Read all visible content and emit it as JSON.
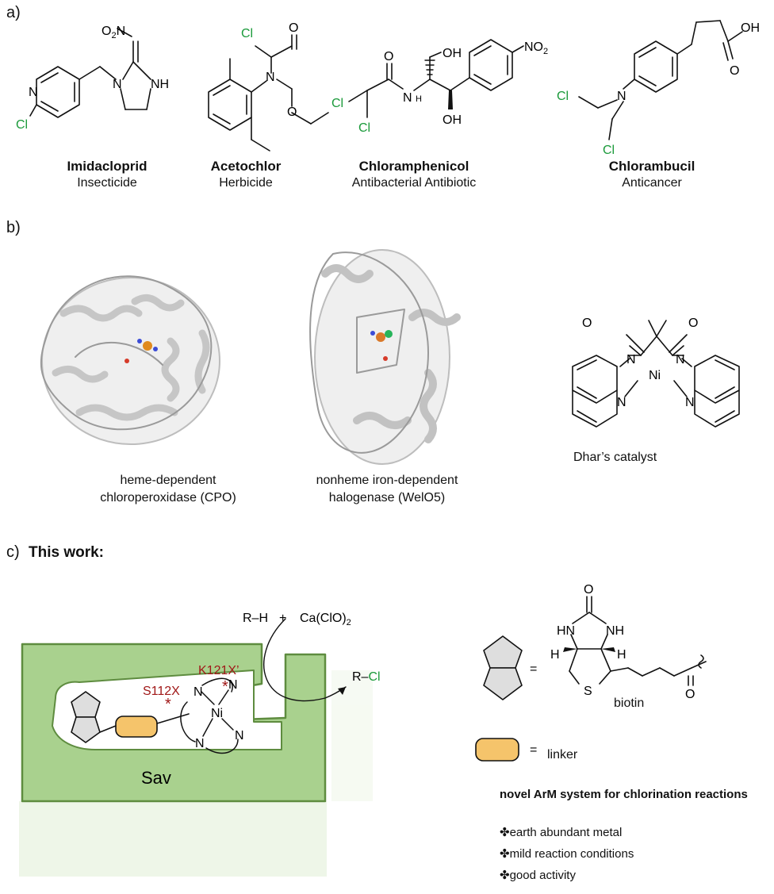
{
  "panels": {
    "a": "a)",
    "b": "b)",
    "c": "c)"
  },
  "compounds": [
    {
      "name": "Imidacloprid",
      "use": "Insecticide"
    },
    {
      "name": "Acetochlor",
      "use": "Herbicide"
    },
    {
      "name": "Chloramphenicol",
      "use": "Antibacterial Antibiotic"
    },
    {
      "name": "Chlorambucil",
      "use": "Anticancer"
    }
  ],
  "atoms": {
    "cl": "Cl",
    "n": "N",
    "nh": "NH",
    "hn": "HN",
    "o": "O",
    "oh": "OH",
    "s": "S",
    "h": "H",
    "ni": "Ni",
    "no2": "NO",
    "sub2": "2",
    "o2n": "O",
    "rh": "R–H",
    "plus": "+",
    "caclo": "Ca(ClO)",
    "rcl_r": "R–",
    "eq": "="
  },
  "enzymes": [
    {
      "line1": "heme-dependent",
      "line2": "chloroperoxidase (CPO)"
    },
    {
      "line1": "nonheme iron-dependent",
      "line2": "halogenase (WelO5)"
    }
  ],
  "catalyst_label": "Dhar’s catalyst",
  "this_work": "This work:",
  "mutations": {
    "s112": "S112X",
    "k121": "K121X’"
  },
  "sav_label": "Sav",
  "biotin_label": "biotin",
  "linker_label": "linker",
  "system_title": "novel ArM system for chlorination reactions",
  "bullets": [
    "✤earth abundant metal",
    "✤mild reaction conditions",
    "✤good activity"
  ],
  "colors": {
    "green": "#1a9a3a",
    "sav_fill": "#a9d18e",
    "sav_stroke": "#5e8c3f",
    "linker": "#f5c46b",
    "protein": "#c8c8c8",
    "mutation": "#a01818"
  }
}
